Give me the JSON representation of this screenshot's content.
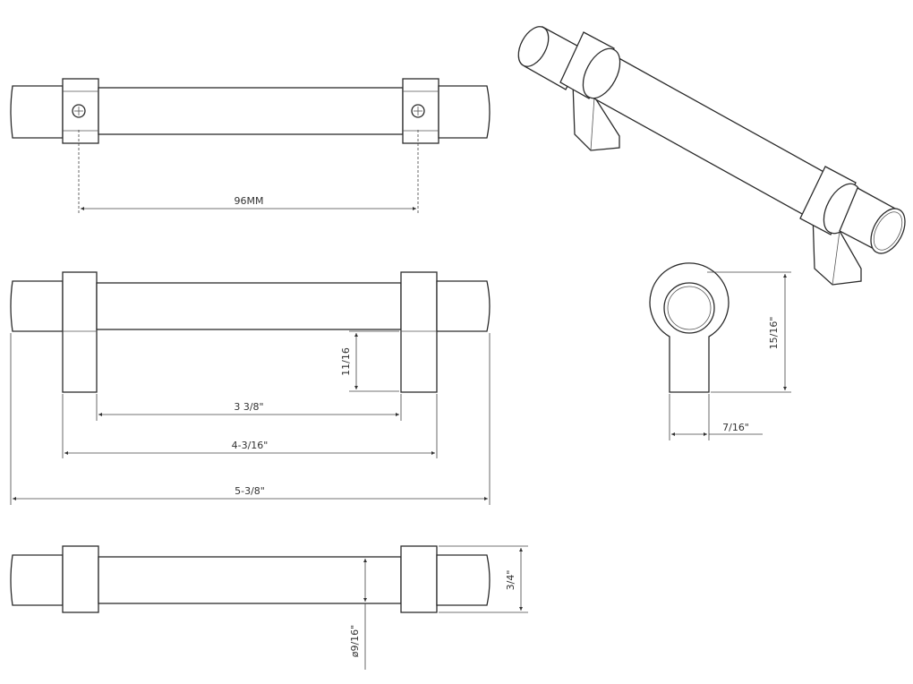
{
  "dimensions": {
    "mounting": "96MM",
    "bar_length": "3 3/8\"",
    "post_span": "4-3/16\"",
    "overall_length": "5-3/8\"",
    "post_height": "11/16",
    "end_height": "15/16\"",
    "post_width": "7/16\"",
    "projection": "3/4\"",
    "bar_diameter": "ø9/16\""
  }
}
